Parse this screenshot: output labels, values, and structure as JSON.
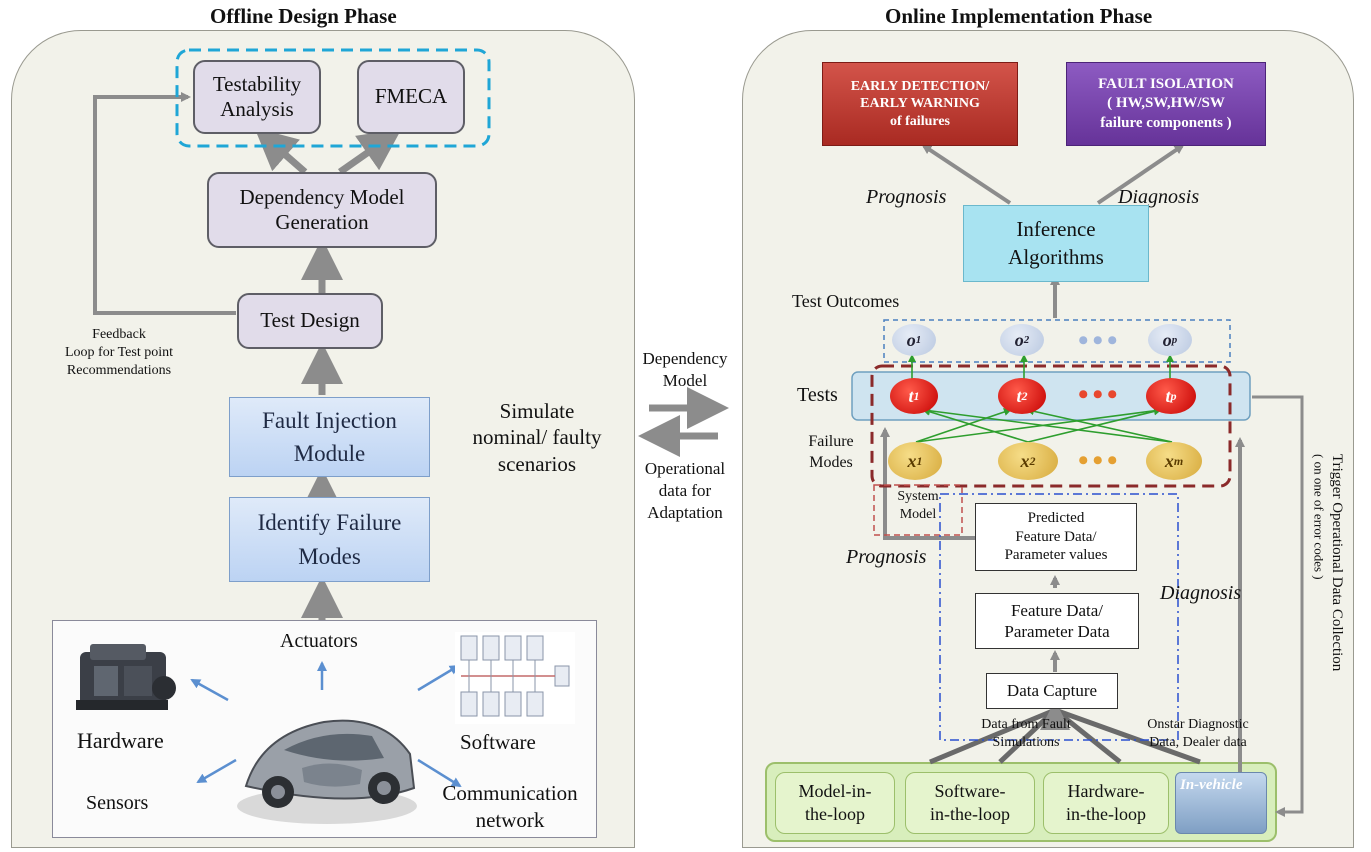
{
  "titles": {
    "offline": "Offline Design Phase",
    "online": "Online Implementation Phase"
  },
  "offline": {
    "testability": "Testability\nAnalysis",
    "fmeca": "FMECA",
    "dependency": "Dependency Model\nGeneration",
    "test_design": "Test Design",
    "fault_injection": "Fault Injection\nModule",
    "identify": "Identify Failure\nModes",
    "feedback": "Feedback\nLoop for Test point\nRecommendations",
    "simulate": "Simulate\nnominal/ faulty\nscenarios",
    "actuators": "Actuators",
    "hardware": "Hardware",
    "software": "Software",
    "sensors": "Sensors",
    "communication": "Communication\nnetwork"
  },
  "middle": {
    "dependency_model": "Dependency\nModel",
    "operational": "Operational\ndata for\nAdaptation"
  },
  "online": {
    "early": "EARLY DETECTION/\nEARLY WARNING\nof failures",
    "fault_isolation": "FAULT ISOLATION\n( HW,SW,HW/SW\nfailure components )",
    "prognosis_top": "Prognosis",
    "diagnosis_top": "Diagnosis",
    "inference": "Inference\nAlgorithms",
    "test_outcomes": "Test Outcomes",
    "tests": "Tests",
    "failure_modes": "Failure\nModes",
    "system_model": "System\nModel",
    "predicted": "Predicted\nFeature Data/\nParameter values",
    "prognosis_mid": "Prognosis",
    "diagnosis_mid": "Diagnosis",
    "feature": "Feature Data/\nParameter Data",
    "capture": "Data Capture",
    "from_fault": "Data from Fault\nSimulations",
    "onstar": "Onstar Diagnostic\nData, Dealer data",
    "trigger": "Trigger Operational Data Collection",
    "trigger_sub": "( on one of error codes )",
    "mil": "Model-in-\nthe-loop",
    "sil": "Software-\nin-the-loop",
    "hil": "Hardware-\nin-the-loop",
    "invehicle": "In-vehicle",
    "nodes": {
      "o": [
        {
          "b": "o",
          "s": "1"
        },
        {
          "b": "o",
          "s": "2"
        },
        {
          "b": "o",
          "s": "p"
        }
      ],
      "t": [
        {
          "b": "t",
          "s": "1"
        },
        {
          "b": "t",
          "s": "2"
        },
        {
          "b": "t",
          "s": "p"
        }
      ],
      "x": [
        {
          "b": "x",
          "s": "1"
        },
        {
          "b": "x",
          "s": "2"
        },
        {
          "b": "x",
          "s": "m"
        }
      ]
    }
  },
  "colors": {
    "arrow": "#8c8c8c",
    "blue_arrow": "#5b8fd0",
    "green_link": "#2e9e2e",
    "title_red": "#c00000",
    "feedback_blue": "#2f4f8f"
  }
}
